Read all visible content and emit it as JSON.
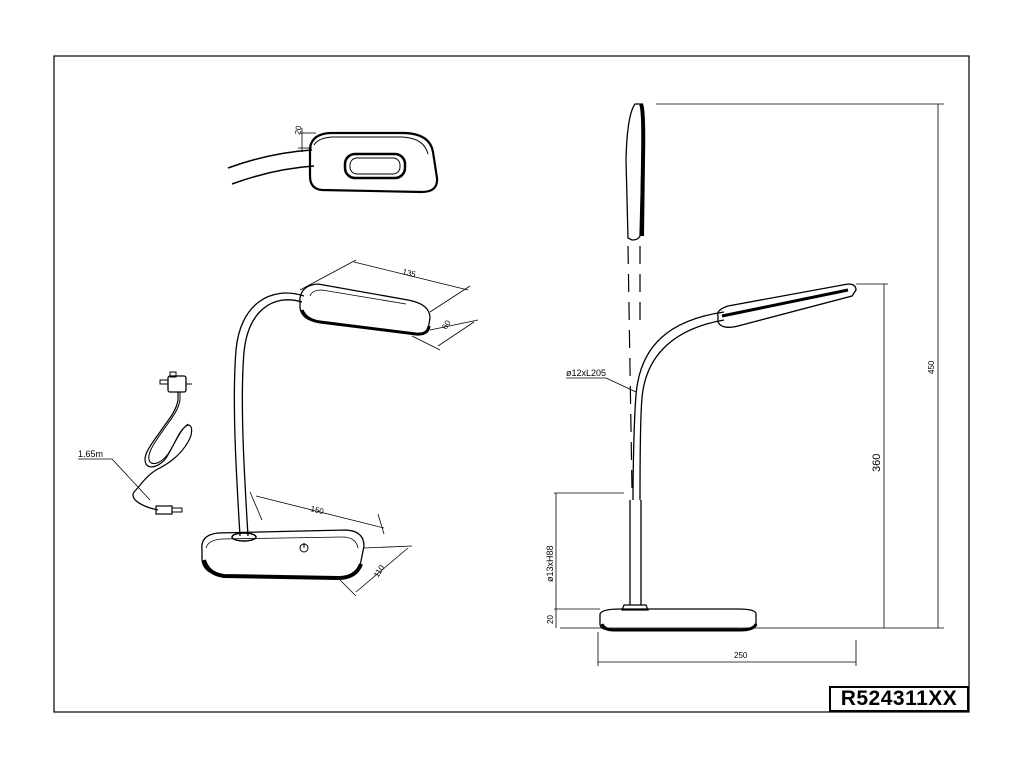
{
  "drawing": {
    "product_code": "R524311XX",
    "dimensions": {
      "head_thickness": "20",
      "head_length": "135",
      "head_width": "60",
      "cable_length": "1.65m",
      "base_length": "150",
      "base_width": "110",
      "arm_spec": "ø12xL205",
      "post_spec": "ø13xH88",
      "base_height": "20",
      "base_span": "250",
      "lamp_height": "360",
      "overall_height": "450"
    }
  }
}
